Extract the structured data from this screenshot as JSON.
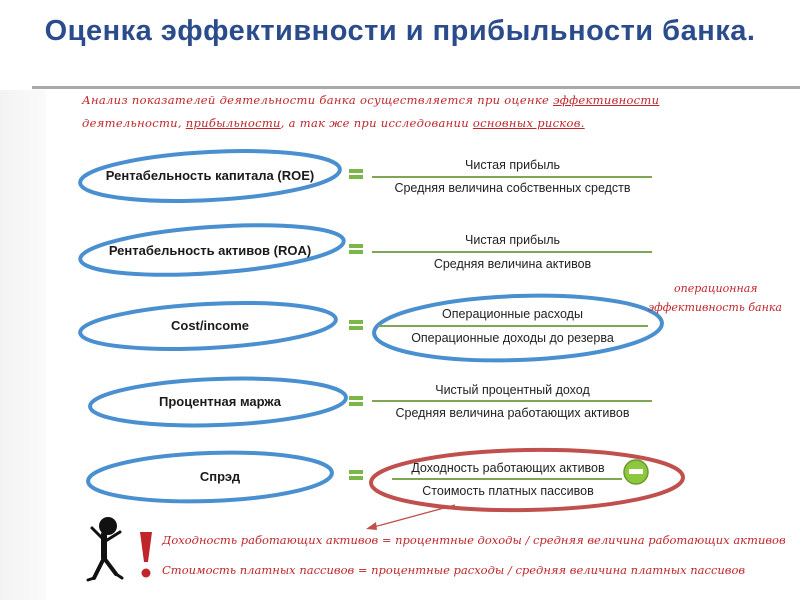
{
  "title": "Оценка эффективности и прибыльности банка.",
  "intro": {
    "part1": "Анализ показателей деятельности банка осуществляется при оценке ",
    "link_efficiency": "эффективности",
    "part2": "деятельности, ",
    "link_profitability": "прибыльности",
    "part3": ", а так же при исследовании ",
    "link_risks": "основных рисков."
  },
  "ratios": [
    {
      "label": "Рентабельность капитала (ROE)",
      "numerator": "Чистая прибыль",
      "denominator": "Средняя величина собственных средств"
    },
    {
      "label": "Рентабельность  активов (ROA)",
      "numerator": "Чистая прибыль",
      "denominator": "Средняя величина активов"
    },
    {
      "label": "Cost/income",
      "numerator": "Операционные расходы",
      "denominator": "Операционные доходы до резерва"
    },
    {
      "label": "Процентная маржа",
      "numerator": "Чистый процентный доход",
      "denominator": "Средняя величина работающих активов"
    },
    {
      "label": "Спрэд",
      "numerator": "Доходность работающих активов",
      "denominator": "Стоимость платных пассивов"
    }
  ],
  "side_note": {
    "line1": "операционная",
    "line2": "эффективность банка"
  },
  "formulas": [
    "Доходность работающих активов = процентные доходы / средняя величина работающих активов",
    "Стоимость платных пассивов = процентные расходы / средняя величина платных пассивов"
  ],
  "colors": {
    "title": "#2B4C8C",
    "oval_blue": "#4A90D0",
    "oval_red": "#C0504D",
    "equals_green": "#7AB648",
    "note_red": "#C0252B"
  },
  "icons": {
    "minus": "minus-circle-icon",
    "exclamation": "exclamation-icon",
    "figure": "stick-figure-icon"
  }
}
